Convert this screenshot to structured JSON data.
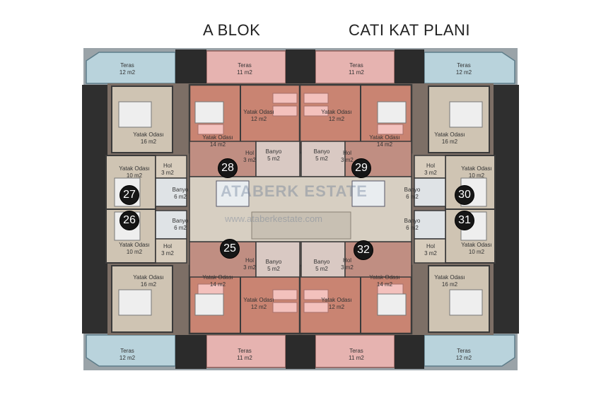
{
  "header": {
    "block_title": "A BLOK",
    "plan_title": "CATI KAT PLANI"
  },
  "watermark": {
    "brand": "ATABERK ESTATE",
    "url": "www.ataberkestate.com"
  },
  "units": [
    "25",
    "26",
    "27",
    "28",
    "29",
    "30",
    "31",
    "32"
  ],
  "rooms": {
    "terrace_corner_tl": {
      "name": "Teras",
      "area": "12 m2"
    },
    "terrace_mid_tl": {
      "name": "Teras",
      "area": "11 m2"
    },
    "terrace_mid_tr": {
      "name": "Teras",
      "area": "11 m2"
    },
    "terrace_corner_tr": {
      "name": "Teras",
      "area": "12 m2"
    },
    "terrace_corner_bl": {
      "name": "Teras",
      "area": "12 m2"
    },
    "terrace_mid_bl": {
      "name": "Teras",
      "area": "11 m2"
    },
    "terrace_mid_br": {
      "name": "Teras",
      "area": "11 m2"
    },
    "terrace_corner_br": {
      "name": "Teras",
      "area": "12 m2"
    },
    "bed_big_tl": {
      "name": "Yatak Odası",
      "area": "16 m2"
    },
    "bed_big_tr": {
      "name": "Yatak Odası",
      "area": "16 m2"
    },
    "bed_big_bl": {
      "name": "Yatak Odası",
      "area": "16 m2"
    },
    "bed_big_br": {
      "name": "Yatak Odası",
      "area": "16 m2"
    },
    "bed_12_tl": {
      "name": "Yatak Odası",
      "area": "12 m2"
    },
    "bed_12_tr": {
      "name": "Yatak Odası",
      "area": "12 m2"
    },
    "bed_12_bl": {
      "name": "Yatak Odası",
      "area": "12 m2"
    },
    "bed_12_br": {
      "name": "Yatak Odası",
      "area": "12 m2"
    },
    "bed_14_tl": {
      "name": "Yatak Odası",
      "area": "14 m2"
    },
    "bed_14_tr": {
      "name": "Yatak Odası",
      "area": "14 m2"
    },
    "bed_14_bl": {
      "name": "Yatak Odası",
      "area": "14 m2"
    },
    "bed_14_br": {
      "name": "Yatak Odası",
      "area": "14 m2"
    },
    "bed_10_tl": {
      "name": "Yatak Odası",
      "area": "10 m2"
    },
    "bed_10_tr": {
      "name": "Yatak Odası",
      "area": "10 m2"
    },
    "bed_10_bl": {
      "name": "Yatak Odası",
      "area": "10 m2"
    },
    "bed_10_br": {
      "name": "Yatak Odası",
      "area": "10 m2"
    },
    "hall_tl": {
      "name": "Hol",
      "area": "3 m2"
    },
    "hall_tr": {
      "name": "Hol",
      "area": "3 m2"
    },
    "hall_bl": {
      "name": "Hol",
      "area": "3 m2"
    },
    "hall_br": {
      "name": "Hol",
      "area": "3 m2"
    },
    "hall_c_tl": {
      "name": "Hol",
      "area": "3 m2"
    },
    "hall_c_tr": {
      "name": "Hol",
      "area": "3 m2"
    },
    "hall_c_bl": {
      "name": "Hol",
      "area": "3 m2"
    },
    "hall_c_br": {
      "name": "Hol",
      "area": "3 m2"
    },
    "bath_ctl": {
      "name": "Banyo",
      "area": "5 m2"
    },
    "bath_ctr": {
      "name": "Banyo",
      "area": "5 m2"
    },
    "bath_cbl": {
      "name": "Banyo",
      "area": "5 m2"
    },
    "bath_cbr": {
      "name": "Banyo",
      "area": "5 m2"
    },
    "bath_sl_t": {
      "name": "Banyo",
      "area": "6 m2"
    },
    "bath_sl_b": {
      "name": "Banyo",
      "area": "6 m2"
    },
    "bath_sr_t": {
      "name": "Banyo",
      "area": "6 m2"
    },
    "bath_sr_b": {
      "name": "Banyo",
      "area": "6 m2"
    }
  },
  "colors": {
    "terrace_blue": "#b9d3dc",
    "terrace_pink": "#e6b3b0",
    "room_beige": "#cfc4b3",
    "room_salmon": "#c98472",
    "wall": "#3a3a3a",
    "badge": "#161616"
  }
}
